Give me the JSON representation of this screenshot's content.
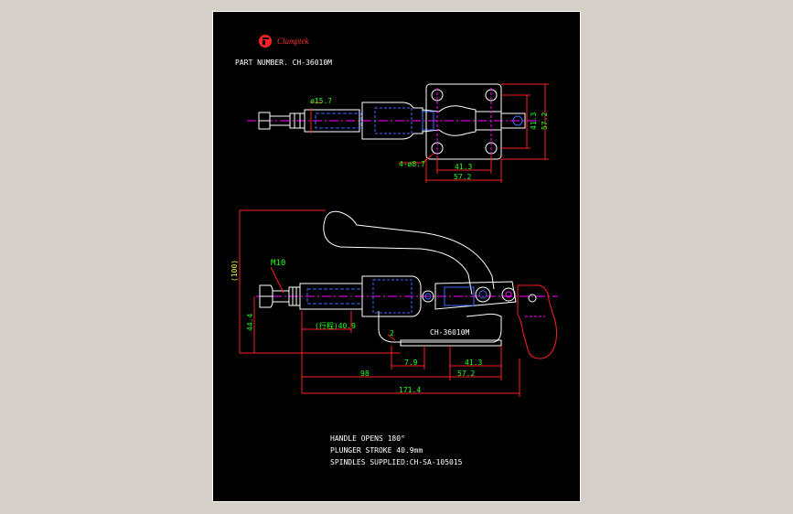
{
  "brand": {
    "logo_text": "Clamptek"
  },
  "part_number": "PART NUMBER.  CH-36010M",
  "colors": {
    "viewport_bg": "#d4d0c8",
    "sheet_bg": "#000000",
    "line_white": "#ffffff",
    "dim_red": "#ff2020",
    "dim_green": "#20ff20",
    "part_blue": "#3d6bff",
    "center_magenta": "#ff00ff",
    "text_yellow": "#ffff40",
    "cyan": "#00ffff"
  },
  "top_view": {
    "dims": {
      "phi_pin": "ø15.7",
      "hole_spacing_v": "41.3",
      "base_height": "57.2",
      "hole_note": "4-ø8.7",
      "hole_spacing_h": "41.3",
      "base_width": "57.2"
    }
  },
  "side_view": {
    "dims": {
      "overall_height": "(100)",
      "thread": "M10",
      "base_to_axis": "44.4",
      "stroke": "(行程)40.9",
      "small_gap": "2",
      "offset": "7.9",
      "hole_pitch": "41.3",
      "base_len": "57.2",
      "to_base": "98",
      "overall_len": "171.4"
    },
    "body_label": "CH-36010M"
  },
  "notes": {
    "line1": "HANDLE OPENS 180°",
    "line2": "PLUNGER STROKE 40.9mm",
    "line3": "SPINDLES SUPPLIED:CH-SA-105015"
  }
}
